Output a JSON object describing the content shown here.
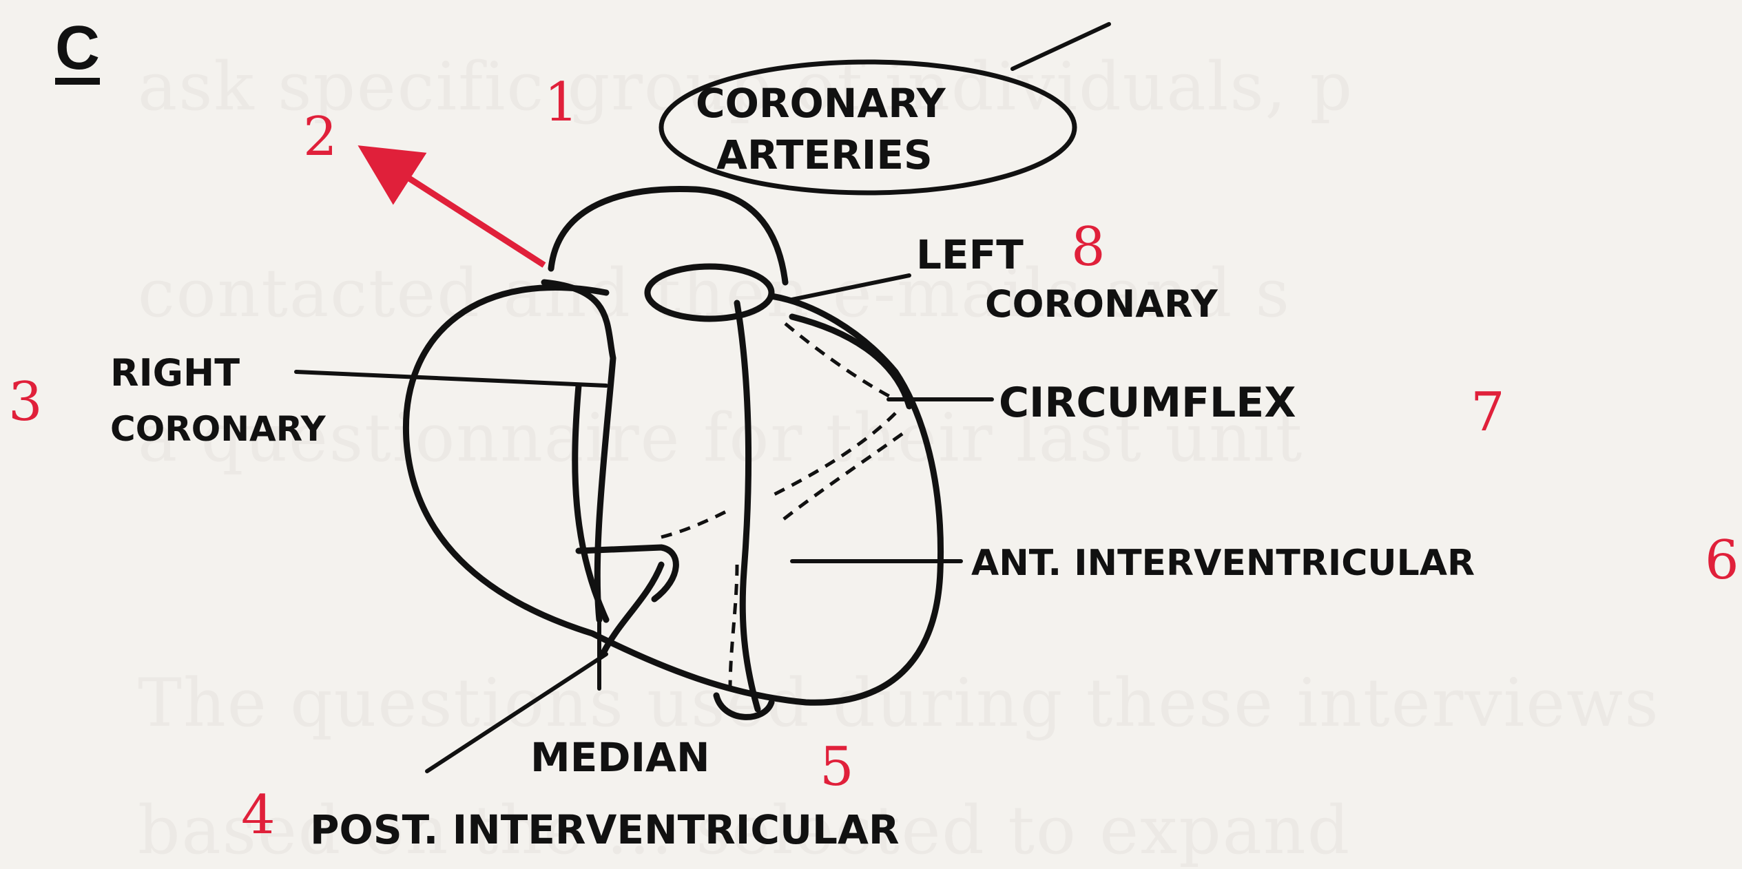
{
  "panel_label": "C",
  "labels": {
    "coronary_arteries_line1": "CORONARY",
    "coronary_arteries_line2": "ARTERIES",
    "left_coronary_line1": "LEFT",
    "left_coronary_line2": "CORONARY",
    "right_coronary_line1": "RIGHT",
    "right_coronary_line2": "CORONARY",
    "circumflex": "CIRCUMFLEX",
    "ant_interventricular": "ANT. INTERVENTRICULAR",
    "median": "MEDIAN",
    "post_interventricular": "POST. INTERVENTRICULAR"
  },
  "numbers": {
    "n1": "1",
    "n2": "2",
    "n3": "3",
    "n4": "4",
    "n5": "5",
    "n6": "6",
    "n7": "7",
    "n8": "8"
  },
  "background_text": [
    "ask   specific   group   of   individuals,   p",
    "contacted   and   then   e-mails   and   s",
    "a   questionnaire   for   their   last   unit",
    "The   questions   used   during   these   interviews",
    "based   on   the   ...   selected   to   expand"
  ],
  "colors": {
    "ink": "#111111",
    "number_red": "#e0203a",
    "paper": "#f4f2ee"
  }
}
